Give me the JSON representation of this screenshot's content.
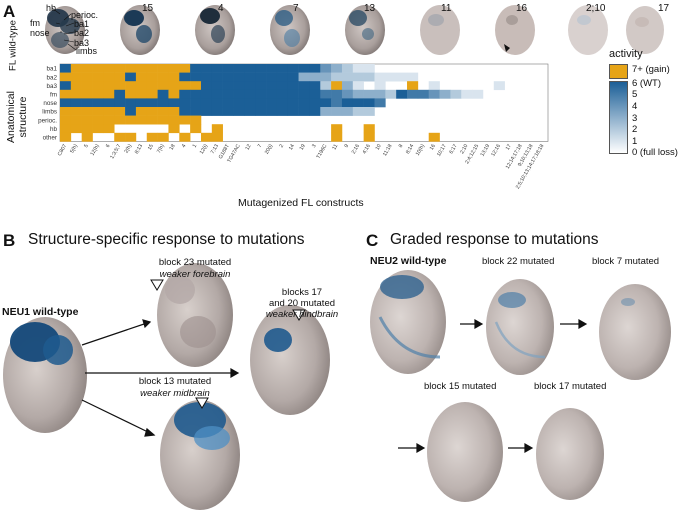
{
  "panel_a": {
    "letter": "A",
    "side_label": "FL wild-type",
    "anatomy_labels": [
      "hb",
      "perioc.",
      "ba1",
      "ba2",
      "ba3",
      "fm",
      "nose",
      "limbs"
    ],
    "embryo_numbers": [
      "15",
      "4",
      "7",
      "13",
      "11",
      "16",
      "2;10",
      "17"
    ],
    "y_axis_title_1": "Anatomical",
    "y_axis_title_2": "structure",
    "x_axis_title": "Mutagenized FL constructs",
    "legend_title": "activity",
    "legend_gain": "7+ (gain)",
    "legend_ticks": [
      "6 (WT)",
      "5",
      "4",
      "3",
      "2",
      "1",
      "0 (full loss)"
    ]
  },
  "chart_data": {
    "type": "heatmap",
    "xlabel": "Mutagenized FL constructs",
    "ylabel": "Anatomical structure",
    "rows": [
      "ba1",
      "ba2",
      "ba3",
      "fm",
      "nose",
      "limbs",
      "perioc.",
      "hb",
      "other"
    ],
    "columns": [
      "C807",
      "5(h)",
      "5",
      "12(h)",
      "6",
      "1;3;5;7",
      "2(h)",
      "8;13",
      "15",
      "7(h)",
      "18",
      "4",
      "1",
      "12(i)",
      "7;13",
      "G188T",
      "TG47AC",
      "12",
      "7",
      "20(i)",
      "2",
      "14",
      "19",
      "3",
      "T196C",
      "11",
      "9",
      "2;16",
      "4;16",
      "10",
      "11;18",
      "8",
      "8;14",
      "10(h)",
      "16",
      "10;17",
      "6;17",
      "2;10",
      "2;4;12;15",
      "13;19",
      "12;16",
      "17",
      "12;14;17;18",
      "9;10;13;18",
      "2;5;10;13;14;17;18;18"
    ],
    "scale": {
      "gain": "7+ (gain)",
      "wt": 6,
      "min": 0,
      "max": 6
    },
    "values": [
      [
        6,
        7,
        7,
        7,
        7,
        7,
        7,
        7,
        7,
        7,
        7,
        7,
        6,
        6,
        6,
        6,
        6,
        6,
        6,
        6,
        6,
        6,
        6,
        6,
        4,
        3,
        2,
        1,
        1,
        0,
        0,
        0,
        0,
        0,
        0,
        0,
        0,
        0,
        0,
        0,
        0,
        0,
        0,
        0,
        0
      ],
      [
        7,
        7,
        7,
        7,
        7,
        7,
        6,
        7,
        7,
        7,
        7,
        6,
        6,
        6,
        6,
        6,
        6,
        6,
        6,
        6,
        6,
        6,
        3,
        3,
        3,
        2,
        2,
        2,
        2,
        1,
        1,
        1,
        1,
        0,
        0,
        0,
        0,
        0,
        0,
        0,
        0,
        0,
        0,
        0,
        0
      ],
      [
        6,
        7,
        7,
        7,
        7,
        7,
        7,
        7,
        7,
        7,
        7,
        7,
        7,
        6,
        6,
        6,
        6,
        6,
        6,
        6,
        6,
        6,
        6,
        6,
        2,
        7,
        3,
        1,
        0,
        1,
        0,
        0,
        7,
        0,
        1,
        0,
        0,
        0,
        0,
        0,
        1,
        0,
        0,
        0,
        0
      ],
      [
        7,
        7,
        7,
        7,
        7,
        6,
        7,
        7,
        7,
        6,
        7,
        6,
        6,
        6,
        6,
        6,
        6,
        6,
        6,
        6,
        6,
        6,
        6,
        6,
        5,
        5,
        4,
        3,
        3,
        3,
        2,
        6,
        5,
        5,
        4,
        3,
        2,
        1,
        1,
        0,
        0,
        0,
        0,
        0,
        0
      ],
      [
        6,
        6,
        6,
        6,
        6,
        6,
        6,
        6,
        6,
        6,
        6,
        6,
        6,
        6,
        6,
        6,
        6,
        6,
        6,
        6,
        6,
        6,
        6,
        6,
        6,
        5,
        6,
        6,
        6,
        5,
        0,
        0,
        0,
        0,
        0,
        0,
        0,
        0,
        0,
        0,
        0,
        0,
        0,
        0,
        0
      ],
      [
        7,
        7,
        7,
        7,
        7,
        7,
        6,
        7,
        7,
        7,
        7,
        6,
        6,
        6,
        6,
        6,
        6,
        6,
        6,
        6,
        6,
        6,
        6,
        6,
        3,
        3,
        3,
        2,
        2,
        0,
        0,
        0,
        0,
        0,
        0,
        0,
        0,
        0,
        0,
        0,
        0,
        0,
        0,
        0,
        0
      ],
      [
        7,
        7,
        7,
        7,
        7,
        7,
        7,
        7,
        7,
        7,
        7,
        7,
        7,
        0,
        0,
        0,
        0,
        0,
        0,
        0,
        0,
        0,
        0,
        0,
        0,
        0,
        0,
        0,
        0,
        0,
        0,
        0,
        0,
        0,
        0,
        0,
        0,
        0,
        0,
        0,
        0,
        0,
        0,
        0,
        0
      ],
      [
        7,
        7,
        7,
        7,
        7,
        0,
        0,
        0,
        0,
        0,
        7,
        0,
        7,
        0,
        7,
        0,
        0,
        0,
        0,
        0,
        0,
        0,
        0,
        0,
        0,
        7,
        0,
        0,
        7,
        0,
        0,
        0,
        0,
        0,
        0,
        0,
        0,
        0,
        0,
        0,
        0,
        0,
        0,
        0,
        0
      ],
      [
        7,
        0,
        7,
        0,
        0,
        7,
        7,
        0,
        7,
        7,
        0,
        7,
        0,
        7,
        7,
        0,
        0,
        0,
        0,
        0,
        0,
        0,
        0,
        0,
        0,
        7,
        0,
        0,
        7,
        0,
        0,
        0,
        0,
        0,
        7,
        0,
        0,
        0,
        0,
        0,
        0,
        0,
        0,
        0,
        0
      ]
    ]
  },
  "panel_b": {
    "letter": "B",
    "title": "Structure-specific response to mutations",
    "wildtype": "NEU1 wild-type",
    "items": [
      {
        "name": "block 23 mutated",
        "effect": "weaker forebrain"
      },
      {
        "name_line1": "blocks 17",
        "name_line2": "and 20 mutated",
        "effect": "weaker hindbrain"
      },
      {
        "name": "block 13 mutated",
        "effect": "weaker midbrain"
      }
    ]
  },
  "panel_c": {
    "letter": "C",
    "title": "Graded response to mutations",
    "wildtype": "NEU2 wild-type",
    "items": [
      "block 22 mutated",
      "block 7 mutated",
      "block 15 mutated",
      "block 17 mutated"
    ]
  },
  "colors": {
    "gain": "#e6a417",
    "wt": "#1b5f97",
    "loss": "#ffffff"
  }
}
